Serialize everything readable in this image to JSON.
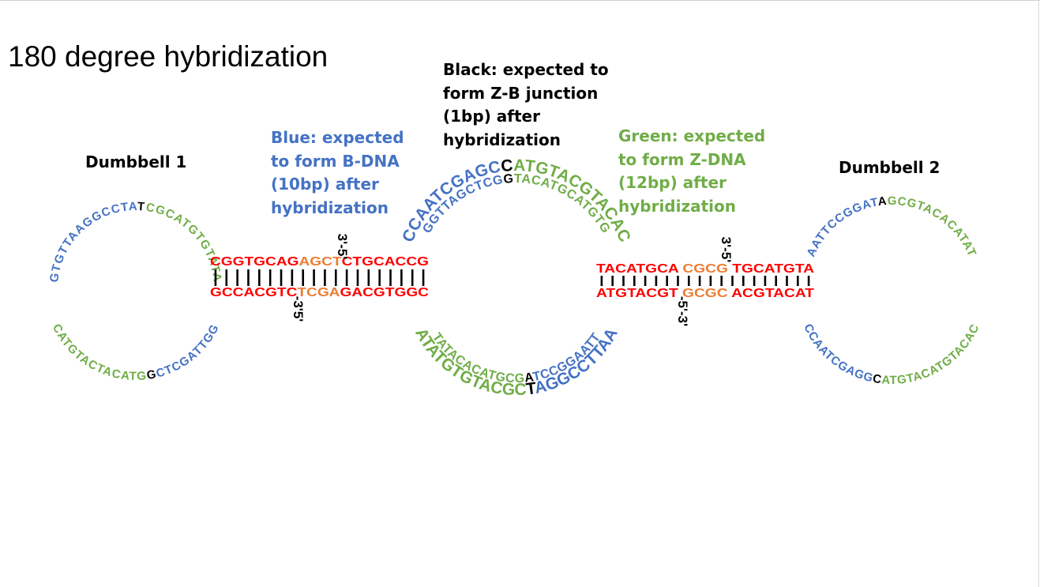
{
  "title": "180 degree hybridization",
  "labels": {
    "dumbbell1": "Dumbbell 1",
    "dumbbell2": "Dumbbell 2",
    "blue": [
      "Blue: expected",
      "to form B-DNA",
      "(10bp) after",
      "hybridization"
    ],
    "black": [
      "Black: expected to",
      "form Z-B junction",
      "(1bp) after",
      "hybridization"
    ],
    "green": [
      "Green: expected",
      "to form Z-DNA",
      "(12bp) after",
      "hybridization"
    ]
  },
  "colors": {
    "blue": "#4472C4",
    "green": "#70AD47",
    "red": "#FF0000",
    "orange": "#ED7D31",
    "black": "#000000"
  },
  "stems": {
    "stem1": {
      "top": [
        [
          "CGGTGCAG",
          "red"
        ],
        [
          "AGCT",
          "orange"
        ],
        [
          "CTGCACCG",
          "red"
        ]
      ],
      "bottom": [
        [
          "GCCACGTC",
          "red"
        ],
        [
          "TCGA",
          "orange"
        ],
        [
          "GACGTGGC",
          "red"
        ]
      ],
      "nick_top": "3'-5'",
      "nick_bottom": "-3'5'"
    },
    "stem2": {
      "top": [
        [
          "TACATGCA",
          "red"
        ],
        [
          " CGCG ",
          "orange"
        ],
        [
          "TGCATGTA",
          "red"
        ]
      ],
      "bottom": [
        [
          "ATGTACGT",
          "red"
        ],
        [
          " GCGC ",
          "orange"
        ],
        [
          "ACGTACAT",
          "red"
        ]
      ],
      "nick_top": "3'-5'",
      "nick_bottom": "-5'-3'"
    }
  },
  "loops": {
    "loop1_top": [
      [
        "GTGTTAAGGCCTA",
        "blue"
      ],
      [
        "T",
        "black"
      ],
      [
        "CGCATGTGTATA",
        "green"
      ]
    ],
    "loop1_bottom": [
      [
        "CATGTACTACATG",
        "green"
      ],
      [
        "G",
        "black"
      ],
      [
        "CTCGATTGG",
        "blue"
      ]
    ],
    "loop2_outer_top": [
      [
        "CCAATCGAGC",
        "blue"
      ],
      [
        "C",
        "black"
      ],
      [
        "ATGTACGTACAC",
        "green"
      ]
    ],
    "loop2_inner_top": [
      [
        "GGTTAGCTCG",
        "blue"
      ],
      [
        "G",
        "black"
      ],
      [
        "TACATGCATGTG",
        "green"
      ]
    ],
    "loop2_inner_bottom": [
      [
        "TATACACATGCG",
        "green"
      ],
      [
        "A",
        "black"
      ],
      [
        "TCCGGAATT",
        "blue"
      ]
    ],
    "loop2_outer_bottom": [
      [
        "ATATGTGTACGC",
        "green"
      ],
      [
        "T",
        "black"
      ],
      [
        "AGGCCTTAA",
        "blue"
      ]
    ],
    "loop3_top": [
      [
        "AATTCCGGAT",
        "blue"
      ],
      [
        "A",
        "black"
      ],
      [
        "GCGTACACATAT",
        "green"
      ]
    ],
    "loop3_bottom": [
      [
        "CCAATCGAGG",
        "blue"
      ],
      [
        "C",
        "black"
      ],
      [
        "ATGTACATGTACAC",
        "green"
      ]
    ]
  }
}
